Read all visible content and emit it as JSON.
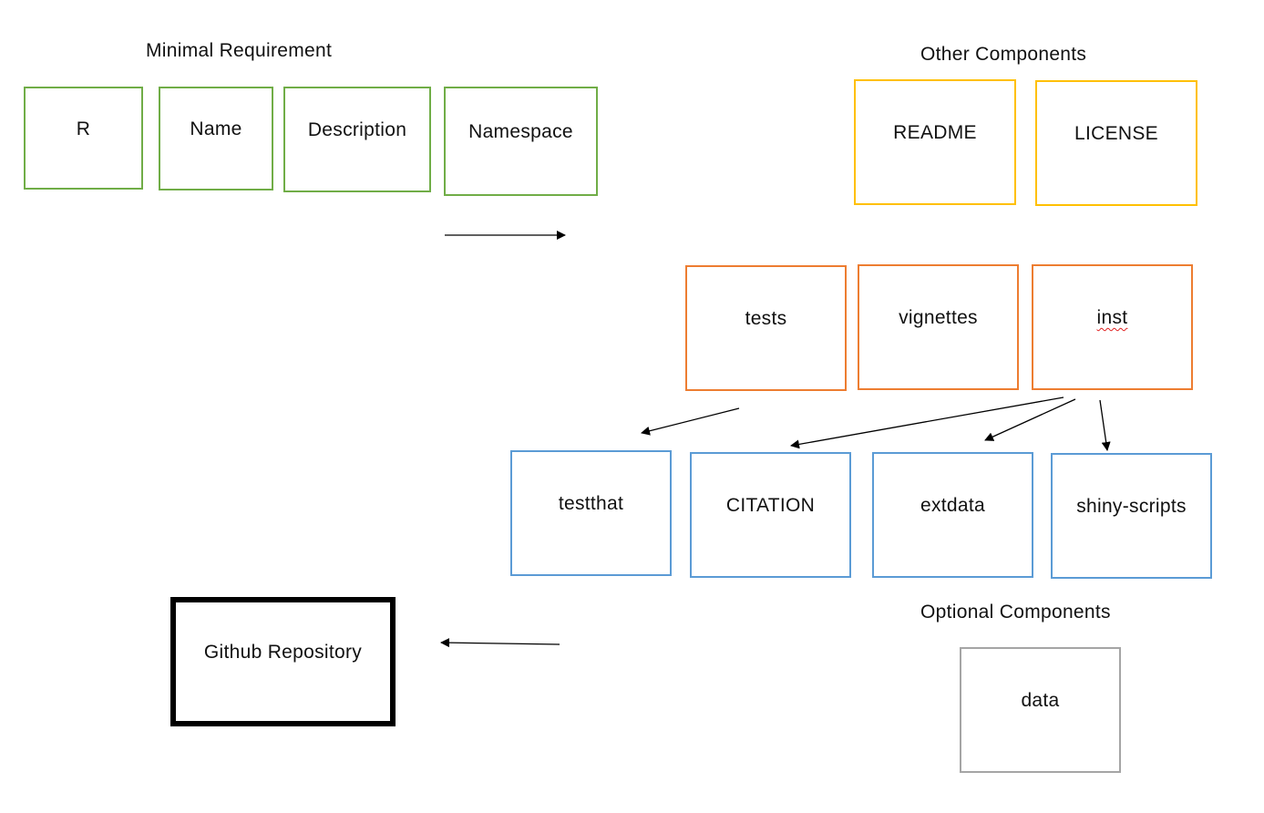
{
  "headings": {
    "minimal": "Minimal Requirement",
    "other": "Other Components",
    "optional": "Optional Components"
  },
  "minimal_boxes": [
    "R",
    "Name",
    "Description",
    "Namespace"
  ],
  "other_boxes": [
    "README",
    "LICENSE"
  ],
  "folder_boxes": [
    "tests",
    "vignettes",
    "inst"
  ],
  "sub_boxes": [
    "testthat",
    "CITATION",
    "extdata",
    "shiny-scripts"
  ],
  "optional_boxes": [
    "data"
  ],
  "repository": "Github Repository",
  "colors": {
    "minimal": "#70ad47",
    "other": "#ffc000",
    "folders": "#ed7d31",
    "sub": "#5b9bd5",
    "optional": "#a5a5a5",
    "repository": "#000000",
    "spellcheck": "#e02020"
  }
}
